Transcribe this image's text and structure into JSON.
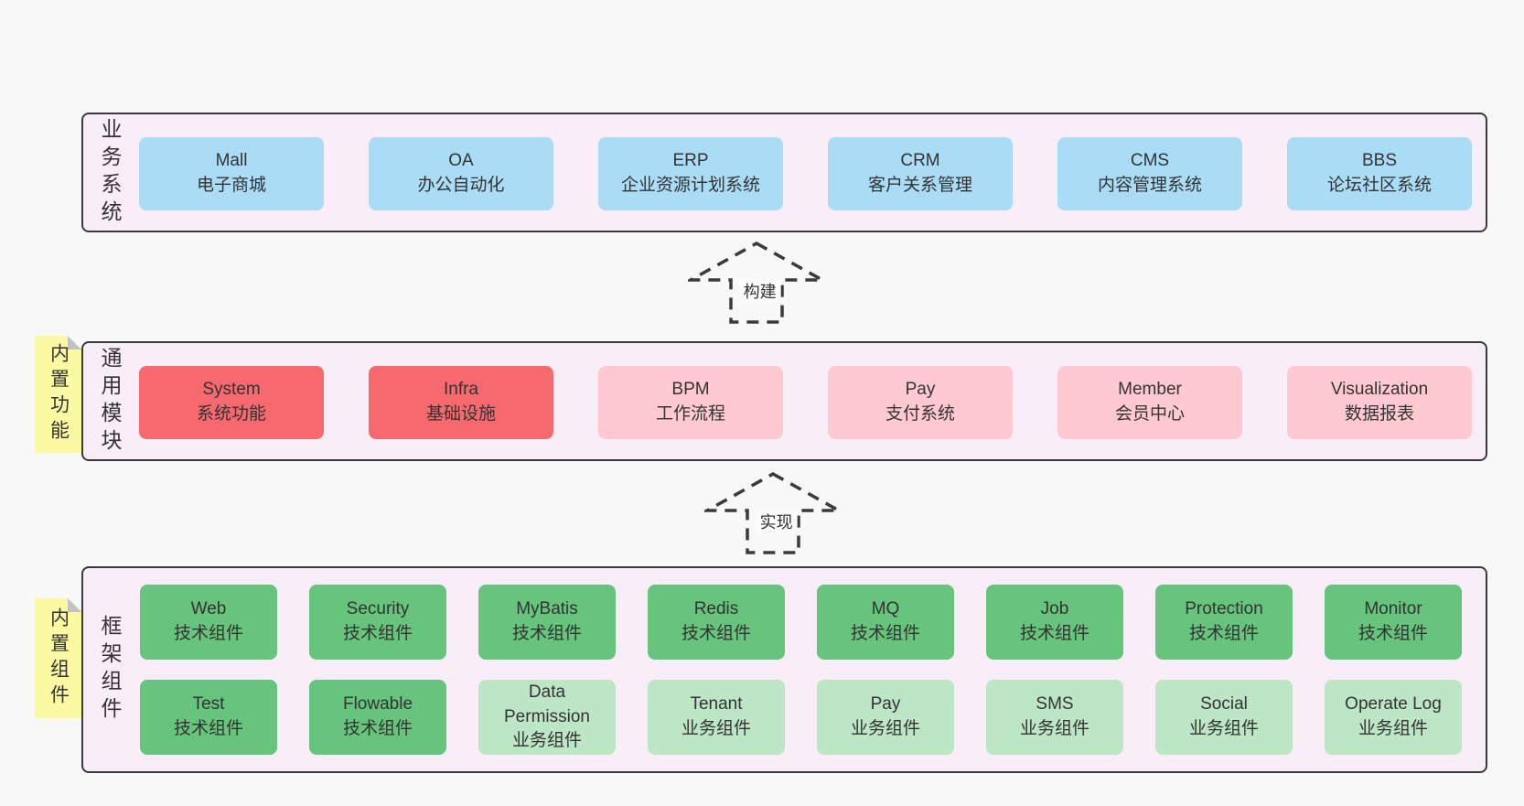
{
  "colors": {
    "canvas_bg": "#f8f8f8",
    "panel_bg": "#f9eef7",
    "panel_border": "#3a3a3a",
    "business_box": "#aadcf6",
    "core_module_box": "#f6696e",
    "module_box": "#ffc9d2",
    "tech_component_box": "#66c47c",
    "biz_component_box": "#bce6c6",
    "sticky_bg": "#fbfaa3",
    "text": "#333333"
  },
  "layers": {
    "business": {
      "label": "业务系统",
      "boxes": [
        {
          "name": "Mall",
          "desc": "电子商城"
        },
        {
          "name": "OA",
          "desc": "办公自动化"
        },
        {
          "name": "ERP",
          "desc": "企业资源计划系统"
        },
        {
          "name": "CRM",
          "desc": "客户关系管理"
        },
        {
          "name": "CMS",
          "desc": "内容管理系统"
        },
        {
          "name": "BBS",
          "desc": "论坛社区系统"
        }
      ]
    },
    "modules": {
      "label": "通用模块",
      "sticky": "内置功能",
      "boxes": [
        {
          "name": "System",
          "desc": "系统功能"
        },
        {
          "name": "Infra",
          "desc": "基础设施"
        },
        {
          "name": "BPM",
          "desc": "工作流程"
        },
        {
          "name": "Pay",
          "desc": "支付系统"
        },
        {
          "name": "Member",
          "desc": "会员中心"
        },
        {
          "name": "Visualization",
          "desc": "数据报表"
        }
      ]
    },
    "components": {
      "label": "框架组件",
      "sticky": "内置组件",
      "row1": [
        {
          "name": "Web",
          "desc": "技术组件"
        },
        {
          "name": "Security",
          "desc": "技术组件"
        },
        {
          "name": "MyBatis",
          "desc": "技术组件"
        },
        {
          "name": "Redis",
          "desc": "技术组件"
        },
        {
          "name": "MQ",
          "desc": "技术组件"
        },
        {
          "name": "Job",
          "desc": "技术组件"
        },
        {
          "name": "Protection",
          "desc": "技术组件"
        },
        {
          "name": "Monitor",
          "desc": "技术组件"
        }
      ],
      "row2": [
        {
          "name": "Test",
          "desc": "技术组件"
        },
        {
          "name": "Flowable",
          "desc": "技术组件"
        },
        {
          "name": "Data Permission",
          "desc": "业务组件"
        },
        {
          "name": "Tenant",
          "desc": "业务组件"
        },
        {
          "name": "Pay",
          "desc": "业务组件"
        },
        {
          "name": "SMS",
          "desc": "业务组件"
        },
        {
          "name": "Social",
          "desc": "业务组件"
        },
        {
          "name": "Operate Log",
          "desc": "业务组件"
        }
      ]
    }
  },
  "arrows": {
    "build": "构建",
    "implement": "实现"
  }
}
